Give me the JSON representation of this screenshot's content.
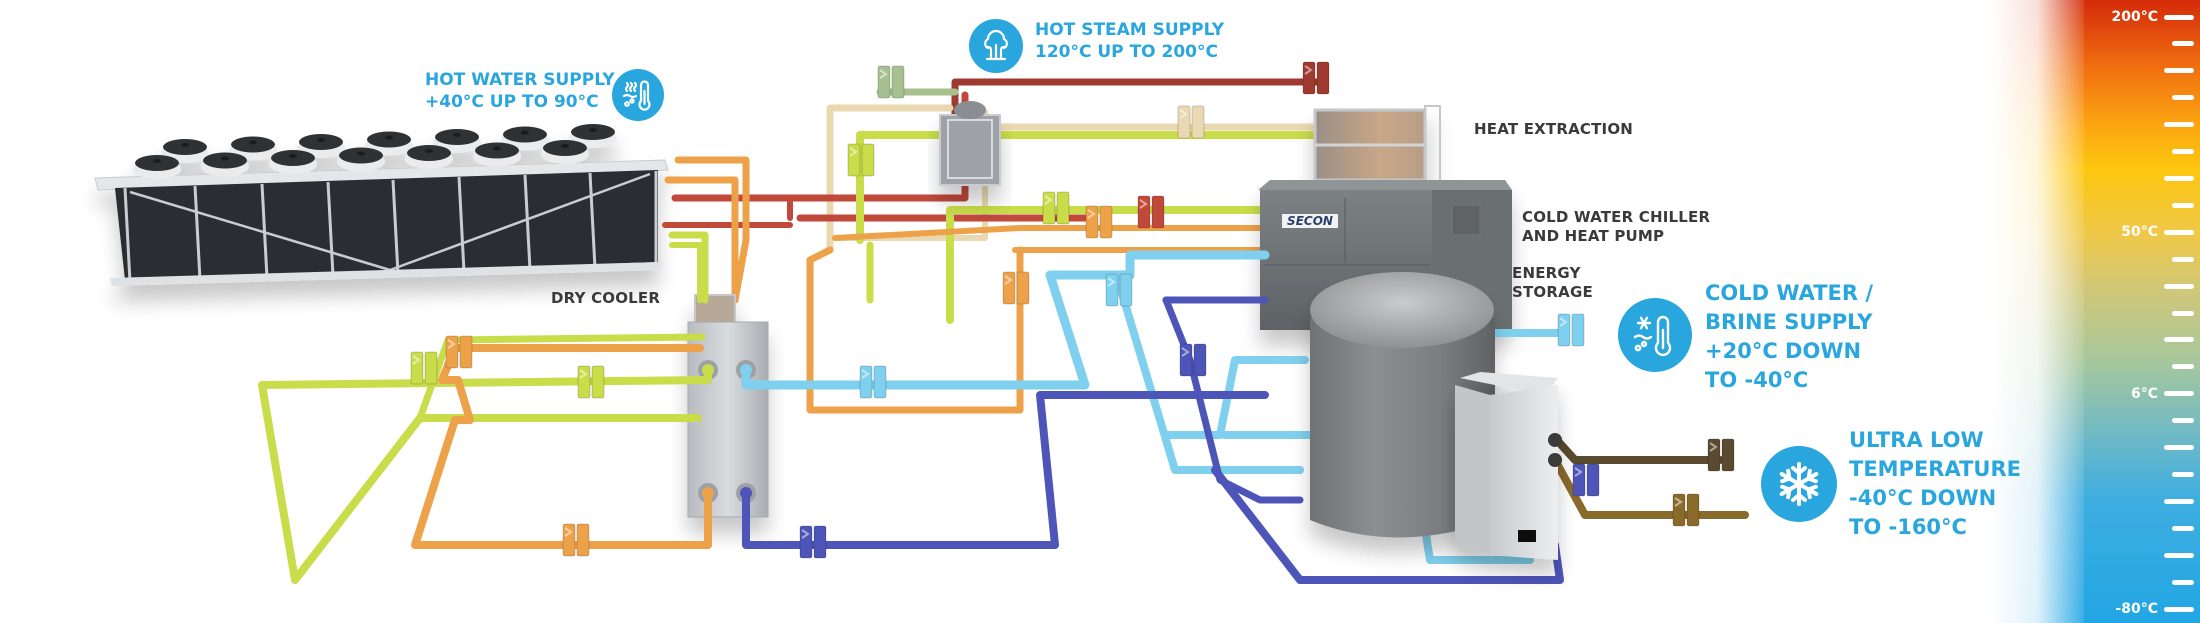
{
  "labels": {
    "dry_cooler": "DRY COOLER",
    "heat_extraction": "HEAT EXTRACTION",
    "chiller": [
      "COLD WATER CHILLER",
      "AND HEAT PUMP"
    ],
    "energy_storage": [
      "ENERGY",
      "STORAGE"
    ],
    "brand": "SECON"
  },
  "supplies": {
    "hot_water": {
      "icon": "hot-water-thermometer-icon",
      "lines": [
        "HOT WATER SUPPLY",
        "+40°C UP TO 90°C"
      ]
    },
    "hot_steam": {
      "icon": "steam-cloud-icon",
      "lines": [
        "HOT STEAM SUPPLY",
        "120°C UP TO 200°C"
      ]
    },
    "cold_water": {
      "icon": "snowflake-thermometer-icon",
      "lines": [
        "COLD WATER /",
        "BRINE SUPPLY",
        "+20°C DOWN",
        "TO -40°C"
      ]
    },
    "ultra_low": {
      "icon": "snowflake-icon",
      "lines": [
        "ULTRA LOW",
        "TEMPERATURE",
        "-40°C DOWN",
        "TO -160°C"
      ]
    }
  },
  "temperature_scale": {
    "labels": [
      {
        "text": "200°C",
        "tick_index": 0
      },
      {
        "text": "50°C",
        "tick_index": 8
      },
      {
        "text": "6°C",
        "tick_index": 14
      },
      {
        "text": "-80°C",
        "tick_index": 22
      }
    ],
    "tick_count": 23,
    "colors": {
      "top": "#d42a0a",
      "mid": "#fdc60f",
      "bottom": "#22a6e4"
    }
  },
  "colors": {
    "accent_blue": "#29a6de",
    "pipe_yellow_green": "#c9dc4a",
    "pipe_orange": "#eda24a",
    "pipe_red": "#c0493a",
    "pipe_dark_red": "#9e3a30",
    "pipe_cream": "#ead9b0",
    "pipe_sage": "#a8c090",
    "pipe_light_blue": "#7fd0ee",
    "pipe_indigo": "#4e55b8",
    "pipe_bronze": "#8a6a2a",
    "pipe_dark_bronze": "#5a4a30"
  }
}
